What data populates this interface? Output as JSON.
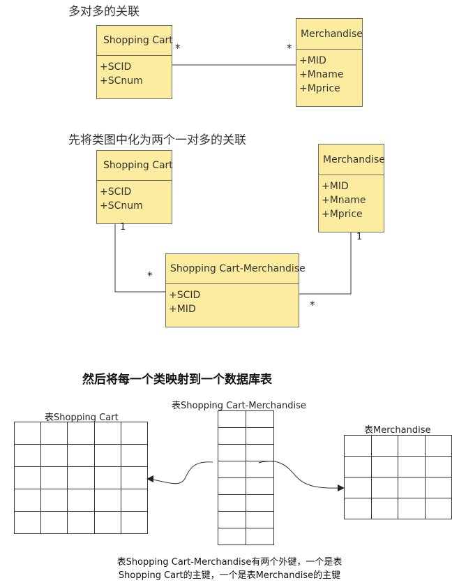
{
  "headings": {
    "many_to_many": "多对多的关联",
    "split": "先将类图中化为两个一对多的关联",
    "mapping": "然后将每一个类映射到一个数据库表"
  },
  "diagram1": {
    "cart": {
      "name": "Shopping Cart",
      "attrs": [
        "+SCID",
        "+SCnum"
      ]
    },
    "merch": {
      "name": "Merchandise",
      "attrs": [
        "+MID",
        "+Mname",
        "+Mprice"
      ]
    },
    "mult_left": "*",
    "mult_right": "*"
  },
  "diagram2": {
    "cart": {
      "name": "Shopping Cart",
      "attrs": [
        "+SCID",
        "+SCnum"
      ]
    },
    "merch": {
      "name": "Merchandise",
      "attrs": [
        "+MID",
        "+Mname",
        "+Mprice"
      ]
    },
    "assoc": {
      "name": "Shopping Cart-Merchandise",
      "attrs": [
        "+SCID",
        "+MID"
      ]
    },
    "mult_cart": "1",
    "mult_assoc_left": "*",
    "mult_merch": "1",
    "mult_assoc_right": "*"
  },
  "tables": {
    "cart_label": "表Shopping Cart",
    "assoc_label": "表Shopping Cart-Merchandise",
    "merch_label": "表Merchandise"
  },
  "note": {
    "line1": "表Shopping Cart-Merchandise有两个外键，一个是表",
    "line2": "Shopping Cart的主键，一个是表Merchandise的主键"
  }
}
